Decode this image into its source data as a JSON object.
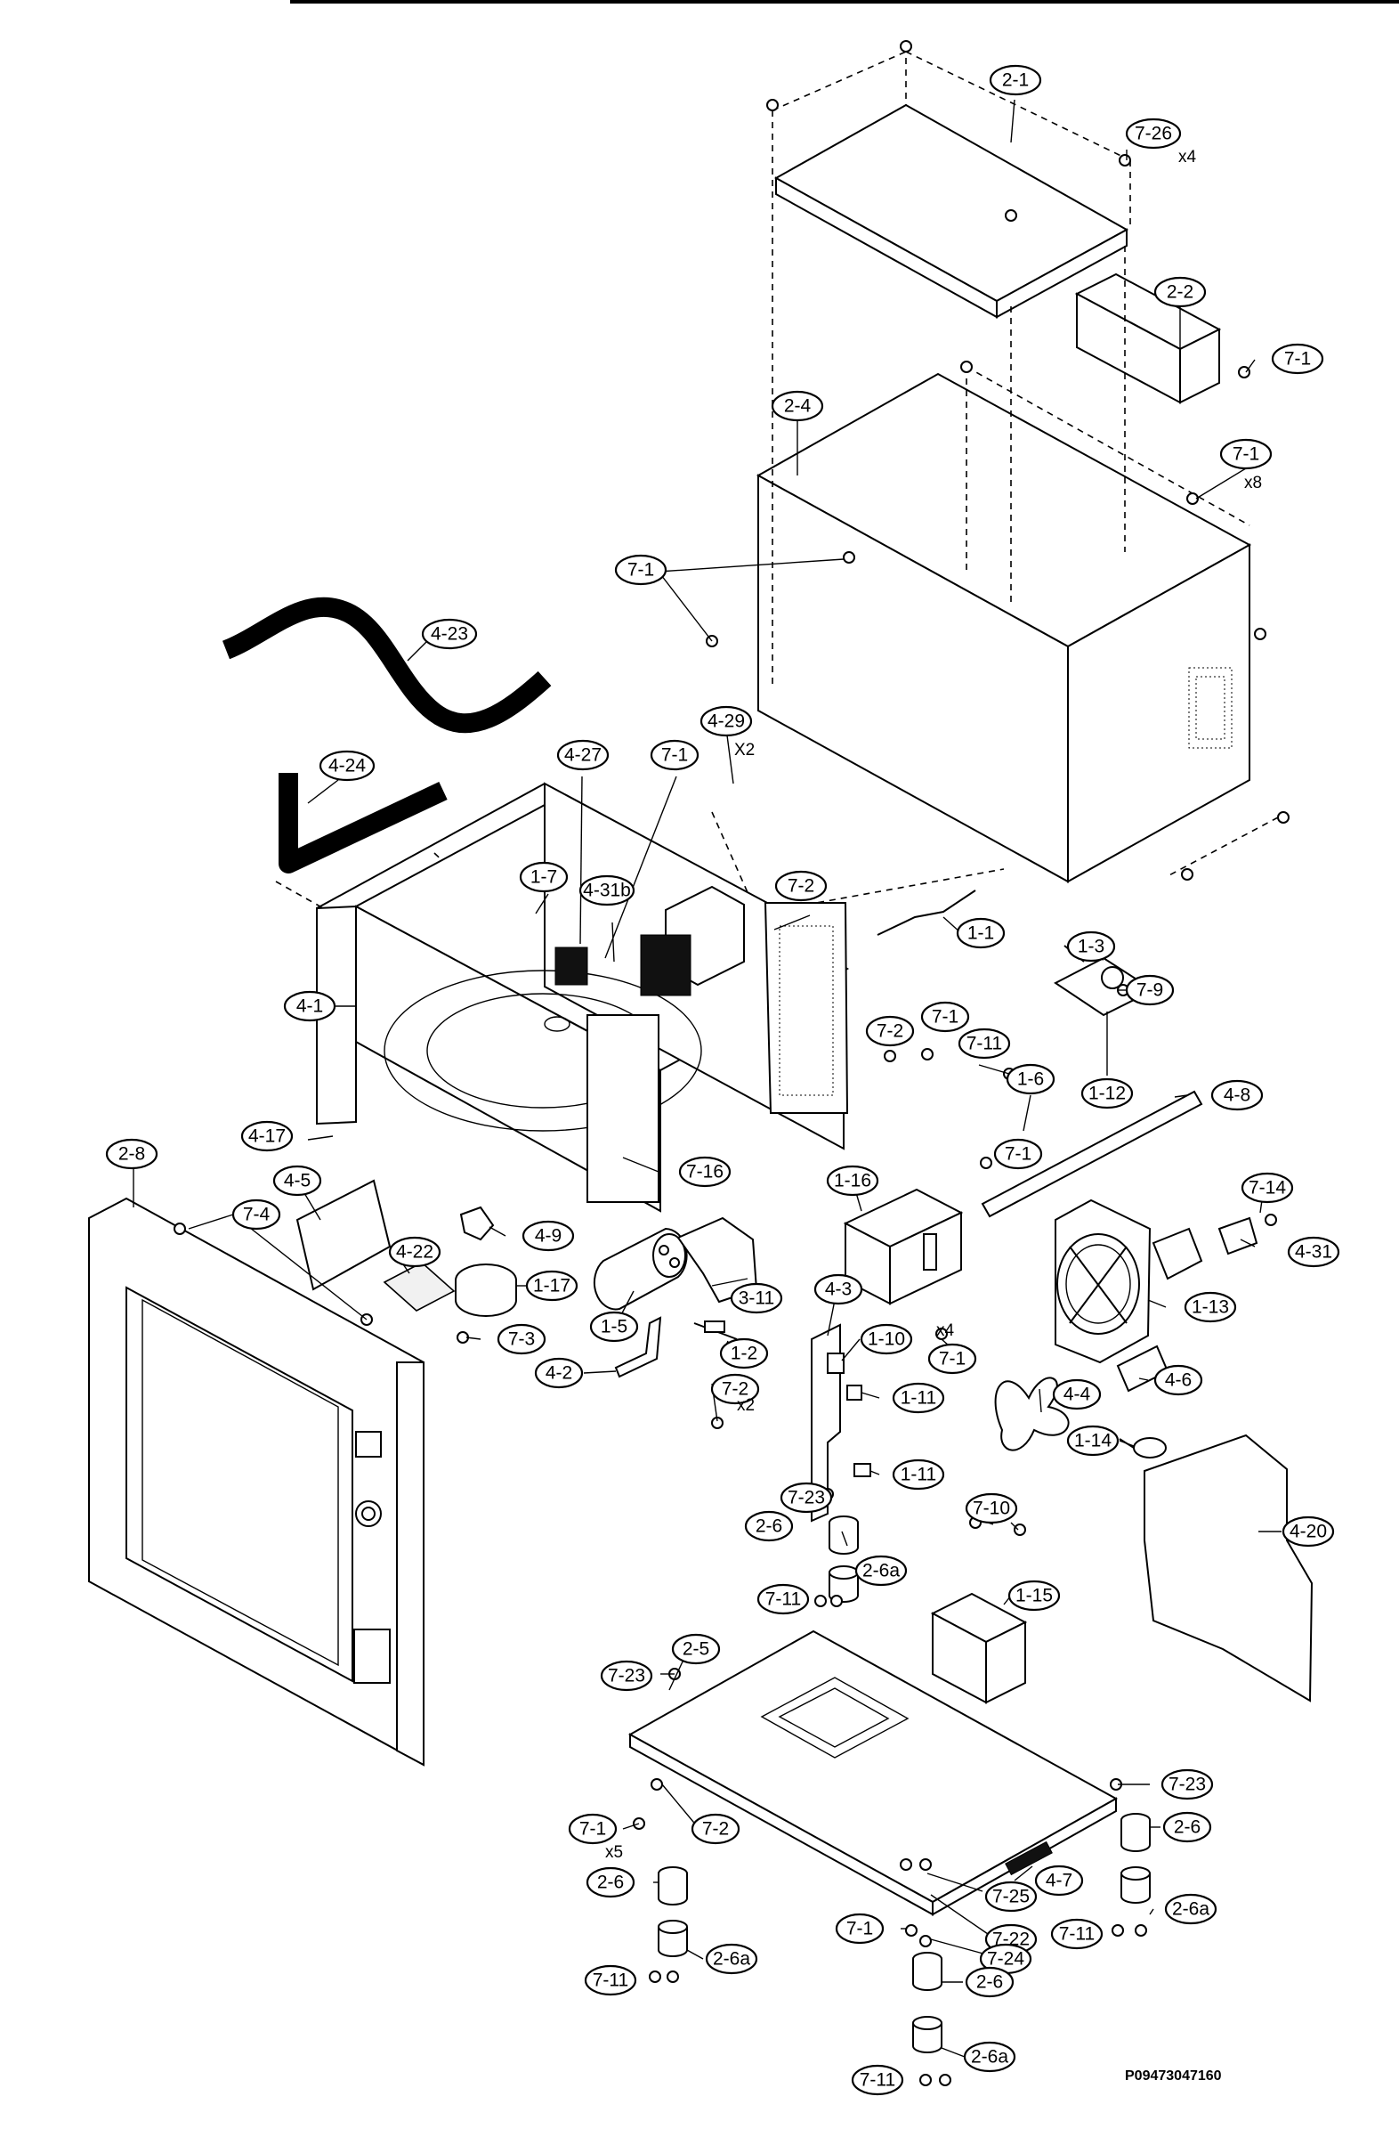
{
  "labels": {
    "2-1": "2-1",
    "7-26": "7-26",
    "2-2": "2-2",
    "2-4": "2-4",
    "7-1": "7-1",
    "4-23": "4-23",
    "4-29": "4-29",
    "4-24": "4-24",
    "4-27": "4-27",
    "1-7": "1-7",
    "4-31b": "4-31b",
    "7-2": "7-2",
    "1-1": "1-1",
    "1-3": "1-3",
    "7-9": "7-9",
    "4-1": "4-1",
    "7-11": "7-11",
    "1-6": "1-6",
    "1-12": "1-12",
    "4-8": "4-8",
    "4-17": "4-17",
    "2-8": "2-8",
    "4-5": "4-5",
    "7-16": "7-16",
    "1-16": "1-16",
    "7-14": "7-14",
    "7-4": "7-4",
    "4-9": "4-9",
    "4-31": "4-31",
    "4-22": "4-22",
    "1-17": "1-17",
    "3-11": "3-11",
    "4-3": "4-3",
    "1-13": "1-13",
    "7-3": "7-3",
    "1-5": "1-5",
    "1-2": "1-2",
    "1-10": "1-10",
    "4-2": "4-2",
    "4-6": "4-6",
    "1-11": "1-11",
    "4-4": "4-4",
    "1-14": "1-14",
    "7-23": "7-23",
    "7-10": "7-10",
    "2-6": "2-6",
    "2-6a": "2-6a",
    "4-20": "4-20",
    "1-15": "1-15",
    "2-5": "2-5",
    "4-7": "4-7",
    "7-25": "7-25",
    "7-22": "7-22",
    "7-24": "7-24"
  },
  "notes": {
    "x4_a": "x4",
    "x8": "x8",
    "X2": "X2",
    "x4_b": "x4",
    "x2": "x2",
    "x5": "x5"
  },
  "drawing_code": "P09473047160"
}
